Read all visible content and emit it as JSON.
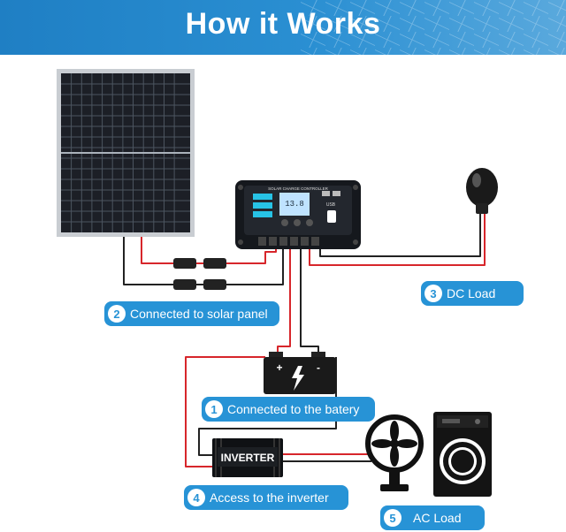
{
  "header": {
    "title": "How it Works"
  },
  "controller": {
    "screen_label": "SOLAR CHARGE CONTROLLER",
    "display_value": "13.8",
    "usb_label": "USB"
  },
  "inverter": {
    "label": "INVERTER"
  },
  "battery": {
    "plus": "+",
    "minus": "-"
  },
  "callouts": [
    {
      "num": "1",
      "text": "Connected to the batery"
    },
    {
      "num": "2",
      "text": "Connected to solar panel"
    },
    {
      "num": "3",
      "text": "DC Load"
    },
    {
      "num": "4",
      "text": "Access to the inverter"
    },
    {
      "num": "5",
      "text": "AC Load"
    }
  ],
  "colors": {
    "accent": "#2793d6",
    "wire_red": "#d7262b",
    "wire_black": "#222222"
  },
  "icons": [
    "solar-panel-icon",
    "charge-controller-icon",
    "bulb-icon",
    "battery-icon",
    "lightning-icon",
    "inverter-icon",
    "fan-icon",
    "washing-machine-icon"
  ]
}
